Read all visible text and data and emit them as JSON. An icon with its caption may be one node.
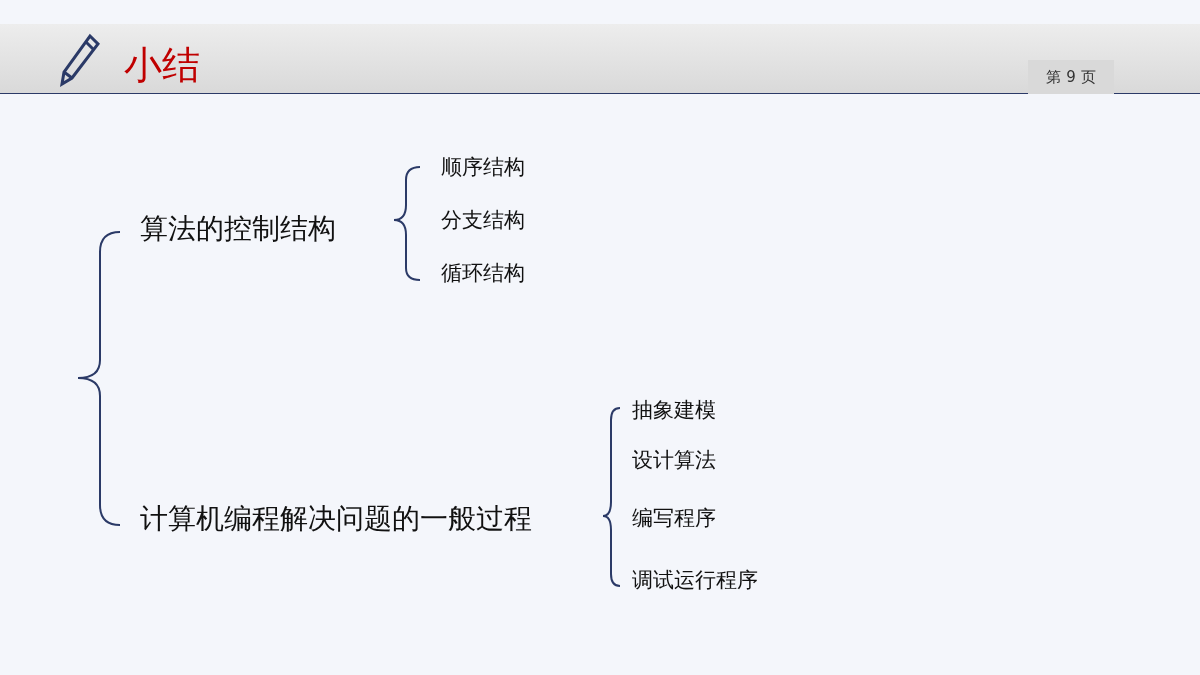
{
  "diagram": {
    "title": "小结",
    "labels": [
      "第 9 页",
      "顺序结构",
      "算法的控制结构",
      "分支结构",
      "循环结构",
      "抽象建模",
      "设计算法",
      "计算机编程解决问题的一般过程",
      "编写程序",
      "调试运行程序"
    ]
  }
}
